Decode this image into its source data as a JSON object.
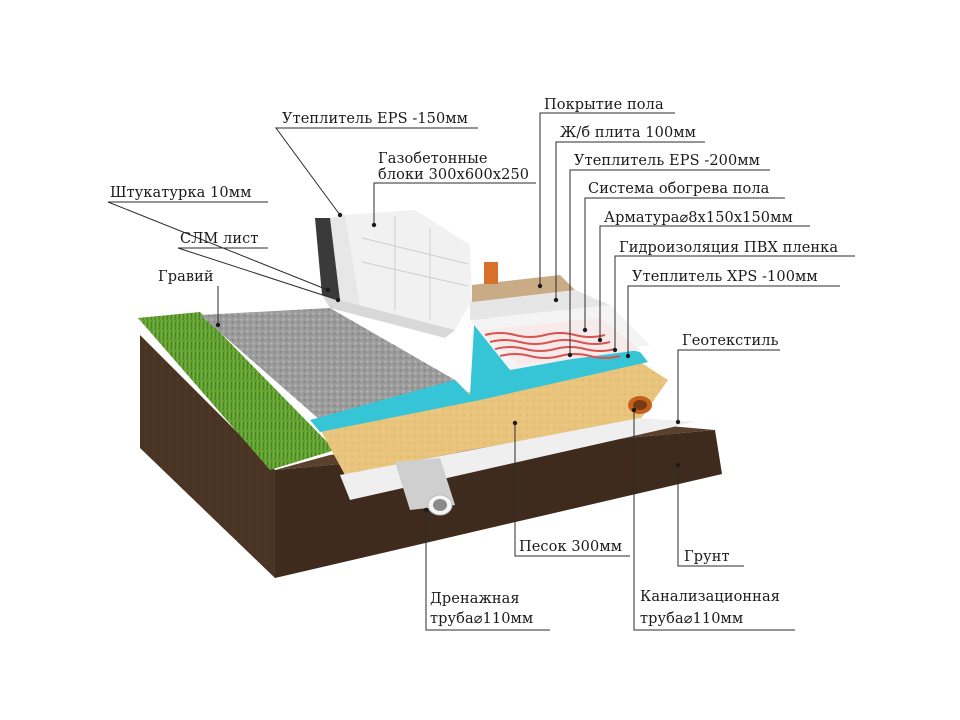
{
  "labels": {
    "eps150": "Утеплитель EPS -150мм",
    "gasbeton_1": "Газобетонные",
    "gasbeton_2": "блоки 300х600х250",
    "plaster": "Штукатурка 10мм",
    "slm": "СЛМ лист",
    "gravel": "Гравий",
    "floor": "Покрытие пола",
    "slab": "Ж/б плита 100мм",
    "eps200": "Утеплитель EPS -200мм",
    "heating": "Система обогрева пола",
    "rebar": "Арматура⌀8х150х150мм",
    "pvc": "Гидроизоляция ПВХ пленка",
    "xps": "Утеплитель XPS -100мм",
    "geotextile": "Геотекстиль",
    "sand": "Песок 300мм",
    "soil": "Грунт",
    "drain_1": "Дренажная",
    "drain_2": "труба⌀110мм",
    "sewer_1": "Канализационная",
    "sewer_2": "труба⌀110мм"
  },
  "colors": {
    "soil": "#4a3424",
    "grass": "#5e9a2e",
    "gravel": "#9a9a9a",
    "sand": "#e8c27a",
    "membrane": "#37c6d8",
    "blocks": "#f1f1f1",
    "plaster": "#3a3a3a",
    "floor": "#c9ab86",
    "heating": "#d9534f",
    "pipe": "#d6702a"
  }
}
